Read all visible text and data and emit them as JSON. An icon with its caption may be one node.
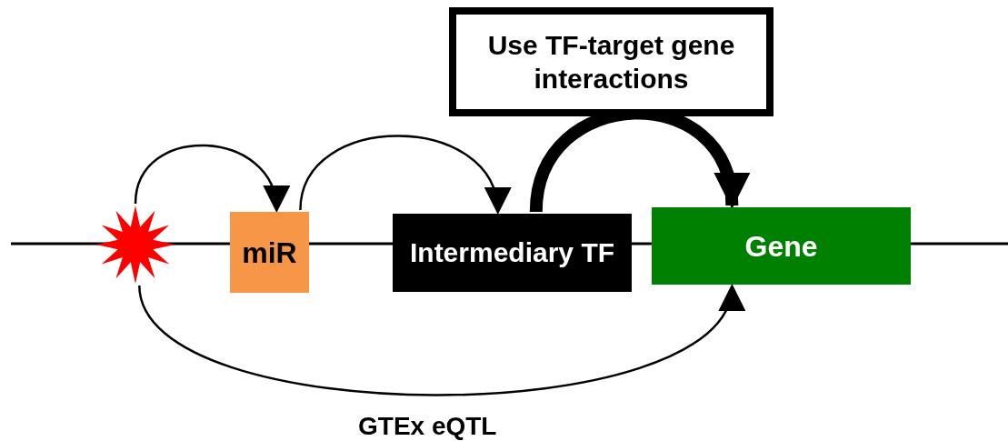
{
  "diagram": {
    "nodes": [
      {
        "text": [],
        "shape": "star"
      },
      {
        "text": [
          "miR"
        ]
      },
      {
        "text": [
          "Intermediary TF"
        ]
      },
      {
        "text": [
          "Gene"
        ]
      },
      {
        "text": [
          "Use TF-target gene interactions"
        ]
      }
    ],
    "edges": [
      {
        "from": 0,
        "to": 1,
        "arrow": "to"
      },
      {
        "from": 1,
        "to": 2,
        "arrow": "to"
      },
      {
        "from": 2,
        "to": 3,
        "arrow": "to",
        "style": "thick"
      },
      {
        "from": 0,
        "to": 3,
        "arrow": "to",
        "label": "GTEx eQTL"
      }
    ]
  }
}
